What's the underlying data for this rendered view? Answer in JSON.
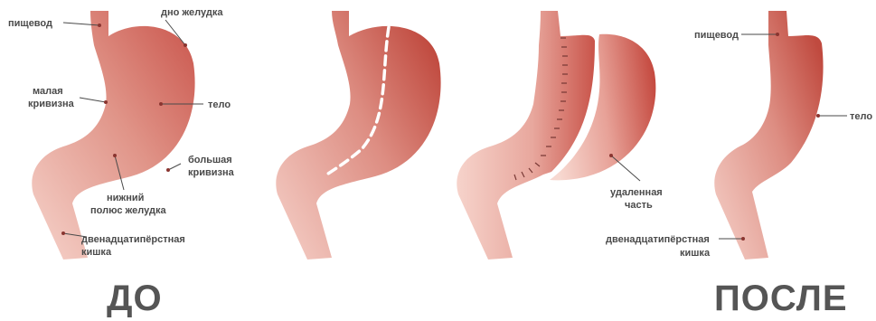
{
  "before": {
    "heading": "ДО",
    "labels": {
      "esophagus": "пищевод",
      "fundus": "дно желудка",
      "lesser_curvature_1": "малая",
      "lesser_curvature_2": "кривизна",
      "body": "тело",
      "greater_curvature_1": "большая",
      "greater_curvature_2": "кривизна",
      "lower_pole_1": "нижний",
      "lower_pole_2": "полюс желудка",
      "duodenum_1": "двенадцатипёрстная",
      "duodenum_2": "кишка"
    }
  },
  "removed": {
    "label_1": "удаленная",
    "label_2": "часть"
  },
  "after": {
    "heading": "ПОСЛЕ",
    "labels": {
      "esophagus": "пищевод",
      "body": "тело",
      "duodenum_1": "двенадцатипёрстная",
      "duodenum_2": "кишка"
    }
  },
  "colors": {
    "tissue_light": "#f6d3cb",
    "tissue_mid": "#e3988c",
    "tissue_dark": "#c44b40"
  }
}
